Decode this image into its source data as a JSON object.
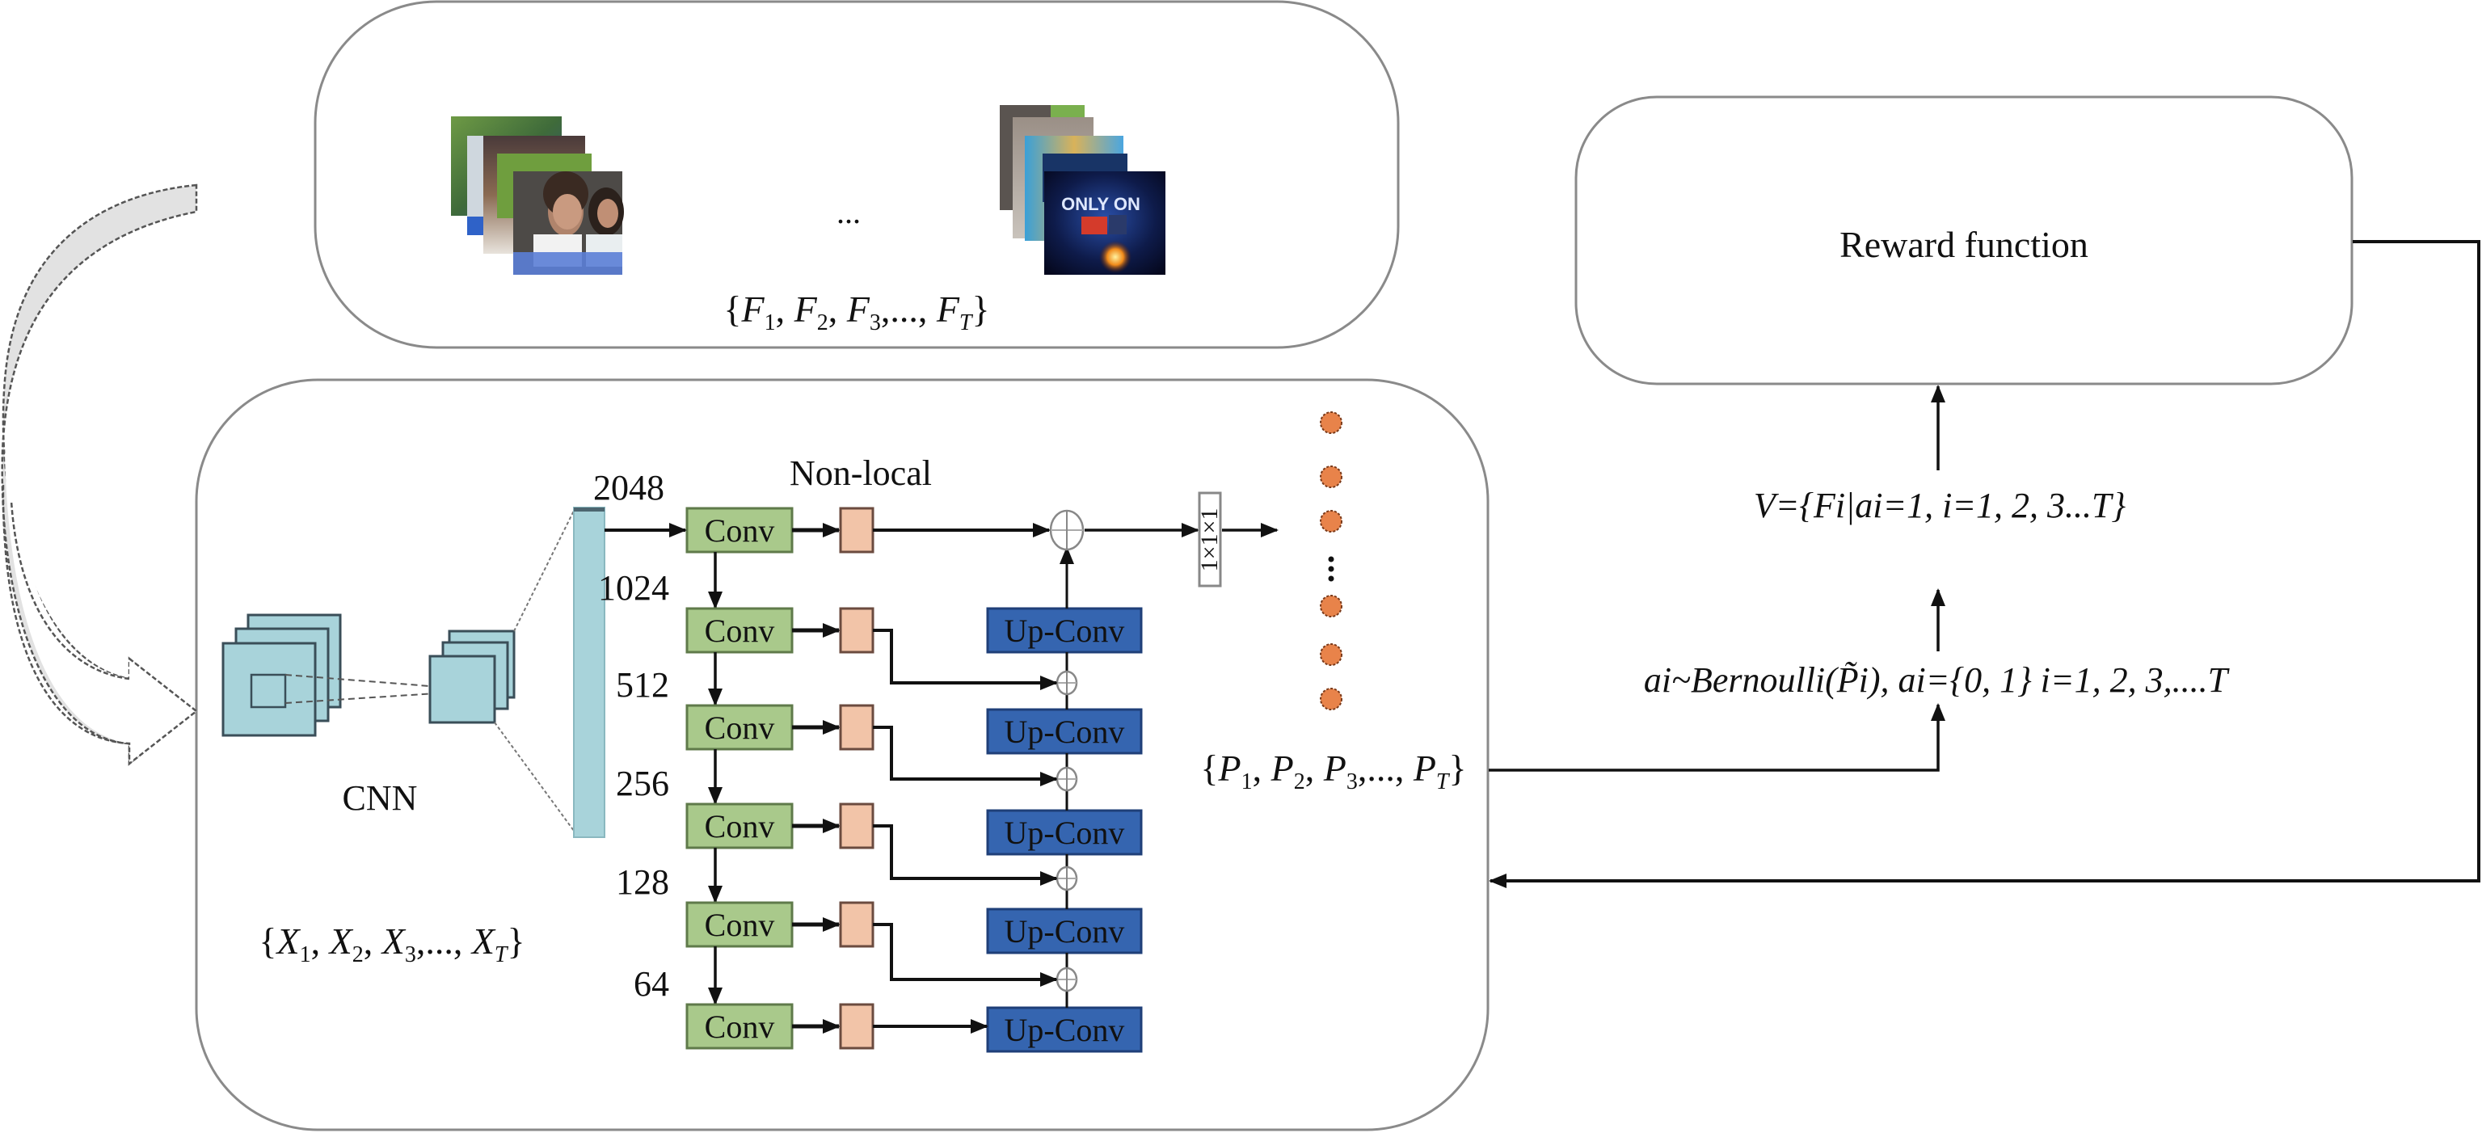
{
  "frames_panel": {
    "label_prefix": "{",
    "frames_set_label": "{F1, F2, F3,..., FT}",
    "frames_set": {
      "symbol": "F",
      "subscripts": [
        "1",
        "2",
        "3"
      ],
      "last_subscript": "T",
      "ellipsis": "..."
    },
    "between_stacks_ellipsis": "...",
    "right_stack_overlay_text": "ONLY ON"
  },
  "network_panel": {
    "cnn_label": "CNN",
    "input_set_label": "{X1, X2, X3,..., XT}",
    "input_set": {
      "symbol": "X",
      "subscripts": [
        "1",
        "2",
        "3"
      ],
      "last_subscript": "T"
    },
    "non_local_label": "Non-local",
    "conv_label": "Conv",
    "upconv_label": "Up-Conv",
    "channels": [
      "2048",
      "1024",
      "512",
      "256",
      "128",
      "64"
    ],
    "kernel_label": "1×1×1",
    "output_dots_ellipsis": "⋮",
    "output_set_label": "{P1, P2, P3,..., PT}",
    "output_set": {
      "symbol": "P",
      "subscripts": [
        "1",
        "2",
        "3"
      ],
      "last_subscript": "T"
    }
  },
  "reward_panel": {
    "title": "Reward function"
  },
  "equations": {
    "selection": "V={Fi|ai=1, i=1, 2, 3...T}",
    "sampling": "ai~Bernoulli(P̃i), ai={0, 1} i=1, 2, 3,....T"
  },
  "colors": {
    "conv_fill": "#a9c98b",
    "conv_stroke": "#5f7a4a",
    "nonlocal_fill": "#f2c4a8",
    "nonlocal_stroke": "#6b4b3f",
    "upconv_fill": "#3565b0",
    "upconv_stroke": "#1f3f78",
    "feature_fill": "#a8d3da",
    "feature_stroke": "#3a4e58",
    "dot_fill": "#e8834a",
    "curved_arrow_fill": "#e2e2e2",
    "panel_stroke": "#8a8a8a"
  }
}
